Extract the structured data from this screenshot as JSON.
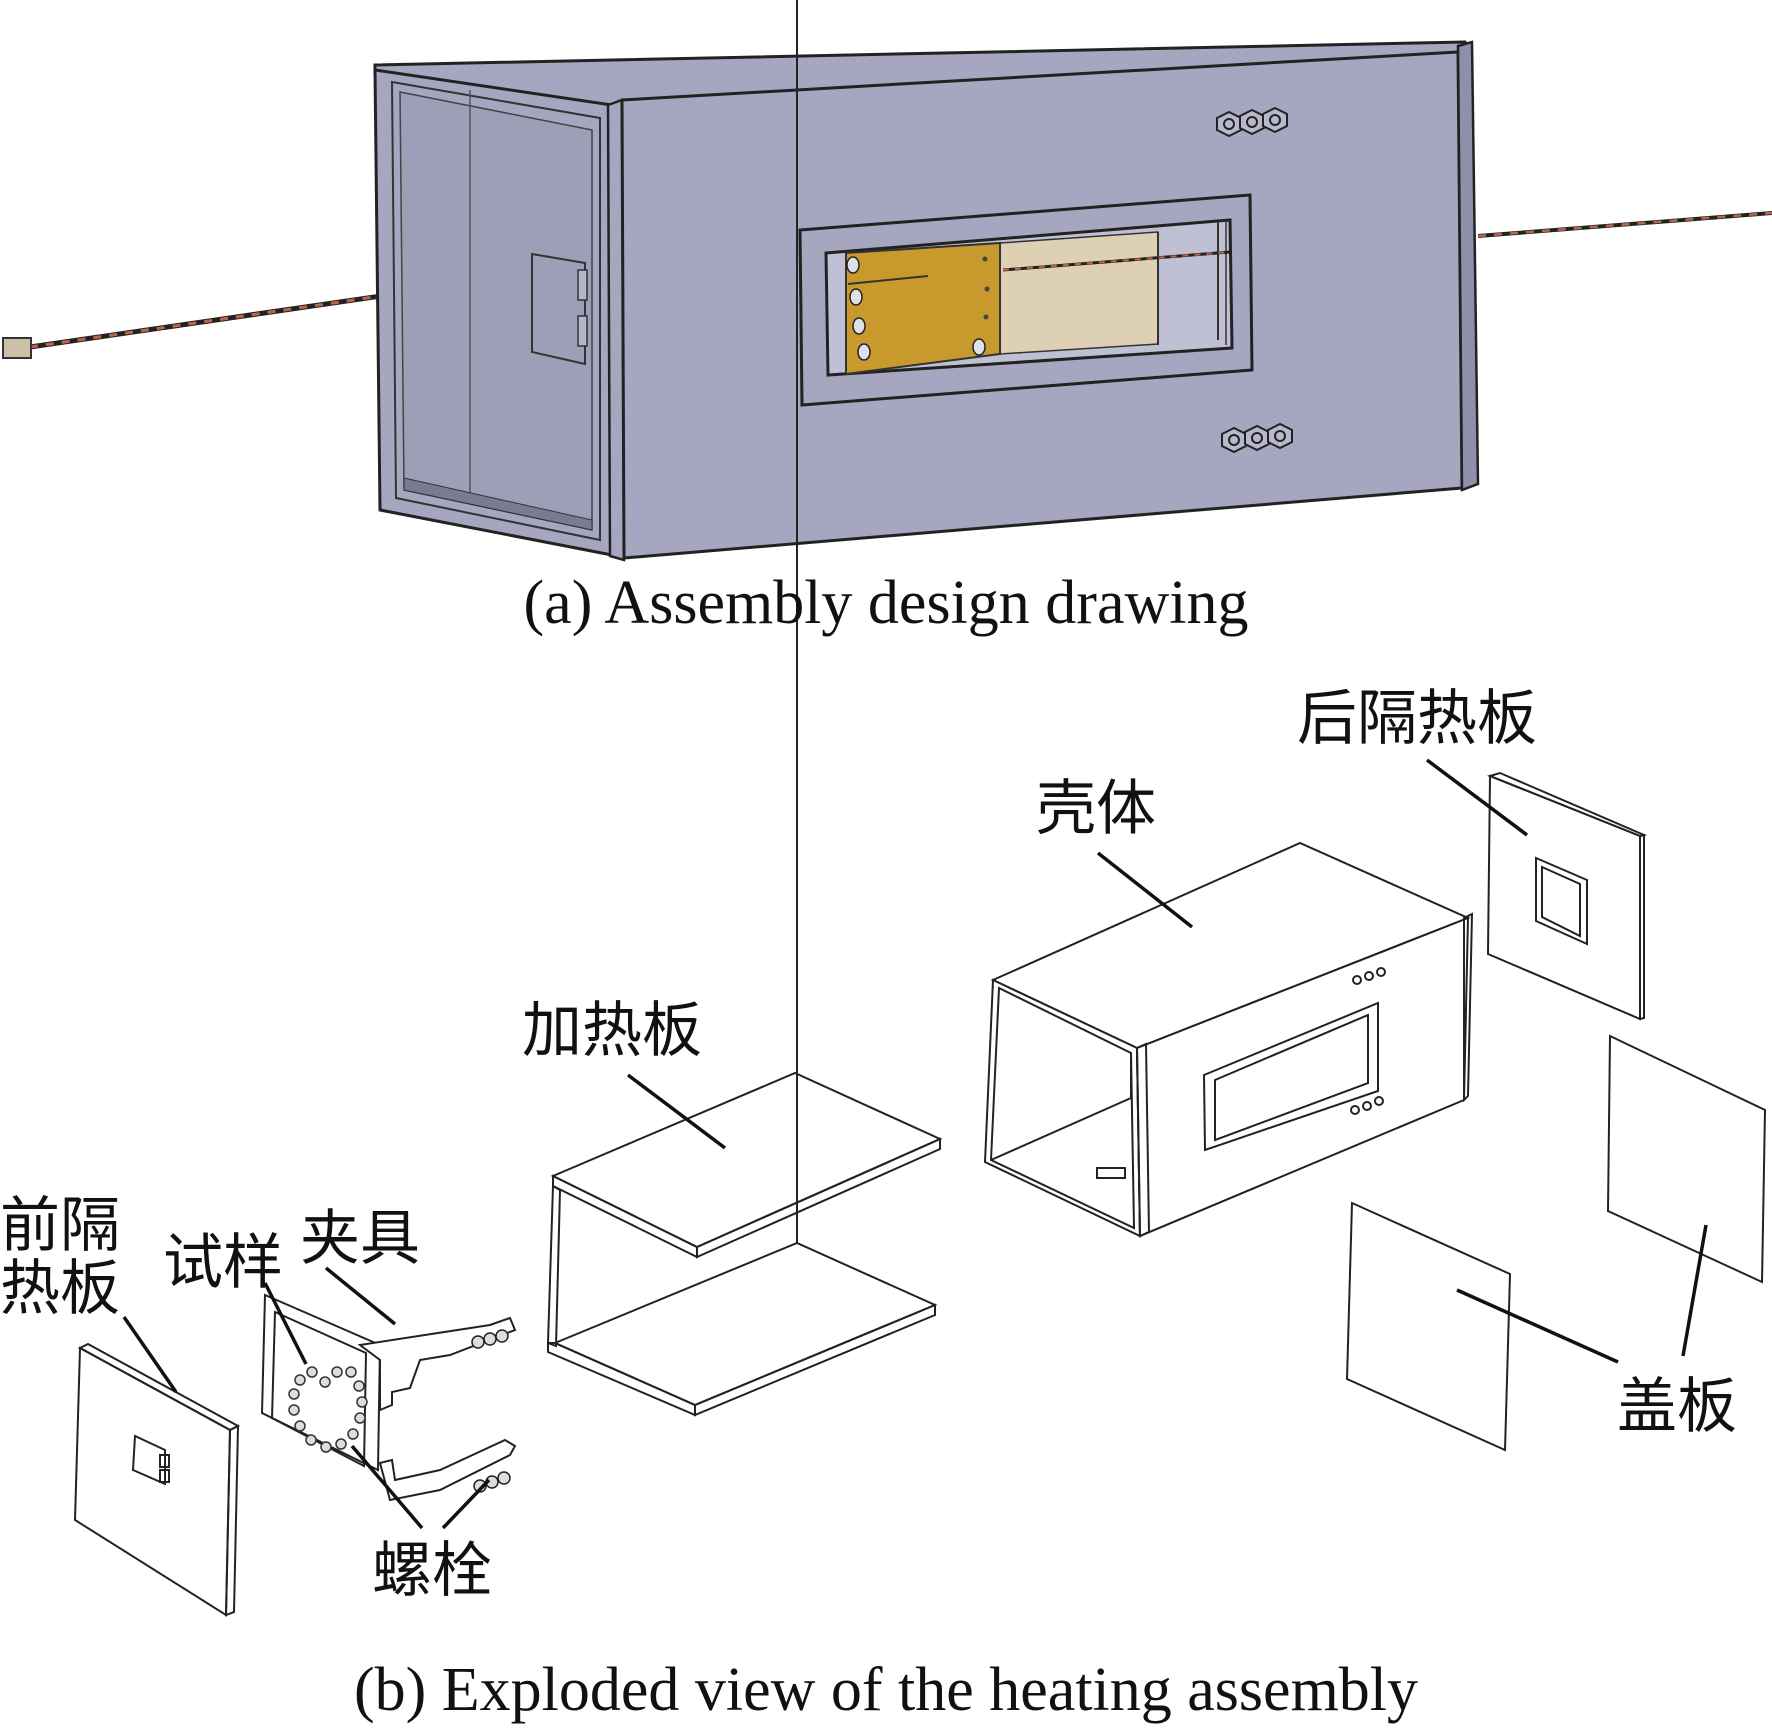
{
  "figure": {
    "panel_a": {
      "caption": "(a) Assembly design drawing",
      "colors": {
        "housing": "#a6a6c0",
        "housing_dark": "#8f8fab",
        "housing_edge": "#1e1e28",
        "specimen_plate": "#c89a2e",
        "fixture_interior": "#ddd0b4",
        "wire": "#b8674a"
      }
    },
    "panel_b": {
      "caption": "(b) Exploded view of the heating assembly",
      "labels": {
        "front_insulation_line1": "前隔",
        "front_insulation_line2": "热板",
        "specimen": "试样",
        "fixture": "夹具",
        "bolts": "螺栓",
        "heating_plate": "加热板",
        "housing": "壳体",
        "rear_insulation": "后隔热板",
        "cover_plate": "盖板"
      }
    }
  }
}
